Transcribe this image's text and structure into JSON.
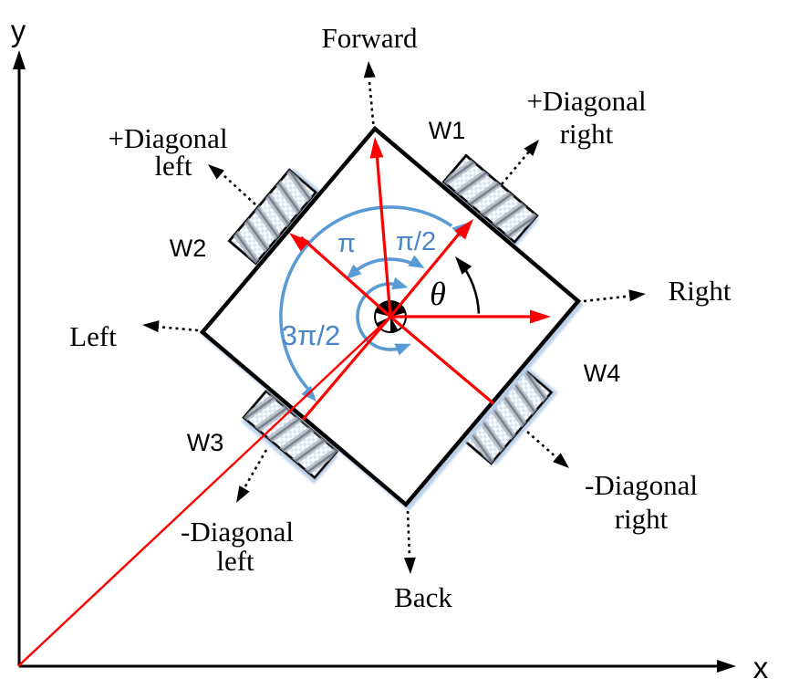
{
  "figure": {
    "description": "Kinematic diagram of a four-wheel omnidirectional robot showing body frame direction arrows, wheel positions and angle conventions"
  },
  "axes": {
    "x_label": "x",
    "y_label": "y"
  },
  "directions": {
    "forward": "Forward",
    "back": "Back",
    "left": "Left",
    "right": "Right",
    "plus_diagonal_right": [
      "+Diagonal",
      "right"
    ],
    "plus_diagonal_left": [
      "+Diagonal",
      "left"
    ],
    "minus_diagonal_right": [
      "-Diagonal",
      "right"
    ],
    "minus_diagonal_left": [
      "-Diagonal",
      "left"
    ]
  },
  "wheels": {
    "w1": "W1",
    "w2": "W2",
    "w3": "W3",
    "w4": "W4"
  },
  "angles": {
    "pi": "π",
    "pi_over_2": "π/2",
    "three_pi_over_2": "3π/2",
    "theta": "θ"
  },
  "colors": {
    "arrow_red": "#ff0000",
    "arc_blue": "#5b9bd5",
    "angle_text_blue": "#4a86c8",
    "ink_black": "#000000",
    "shadow_blue": "#bcd0e8",
    "background": "#ffffff"
  }
}
